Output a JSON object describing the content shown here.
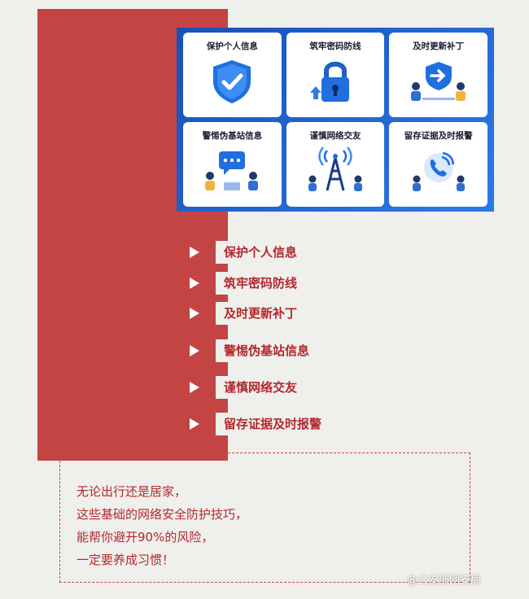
{
  "cards": [
    {
      "title": "保护个人信息",
      "icon": "shield-check-icon"
    },
    {
      "title": "筑牢密码防线",
      "icon": "padlock-icon"
    },
    {
      "title": "及时更新补丁",
      "icon": "update-arrow-icon"
    },
    {
      "title": "警惕伪基站信息",
      "icon": "chat-bubble-icon"
    },
    {
      "title": "谨慎网络交友",
      "icon": "signal-tower-icon"
    },
    {
      "title": "留存证据及时报警",
      "icon": "phone-call-icon"
    }
  ],
  "tips": [
    {
      "label": "保护个人信息"
    },
    {
      "label": "筑牢密码防线"
    },
    {
      "label": "及时更新补丁"
    },
    {
      "label": "警惕伪基站信息"
    },
    {
      "label": "谨慎网络交友"
    },
    {
      "label": "留存证据及时报警"
    }
  ],
  "note": {
    "lines": [
      "无论出行还是居家，",
      "这些基础的网络安全防护技巧，",
      "能帮你避开90%的风险，",
      "一定要养成习惯！"
    ]
  },
  "watermark": "@公安部网安局",
  "colors": {
    "accent": "#c44444",
    "text_red": "#b3282d",
    "card_blue": "#2c7ae6",
    "background": "#efefec"
  }
}
